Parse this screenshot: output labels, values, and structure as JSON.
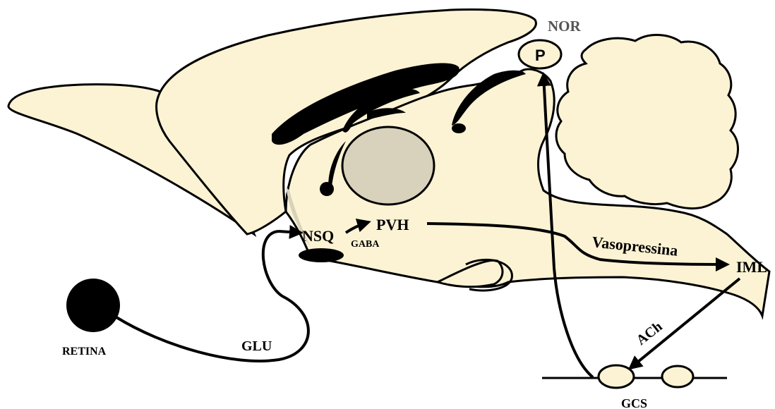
{
  "diagram": {
    "labels": {
      "nor": "NOR",
      "pineal": "P",
      "nsq": "NSQ",
      "gaba": "GABA",
      "pvh": "PVH",
      "vasopressina": "Vasopressina",
      "iml": "IML",
      "ach": "ACh",
      "glu": "GLU",
      "retina": "RETINA",
      "gcs": "GCS"
    },
    "colors": {
      "brain_fill": "#fbf3d3",
      "outline": "#000000",
      "thalamus_fill": "#d8d1bb",
      "label_grey": "#555555"
    }
  }
}
